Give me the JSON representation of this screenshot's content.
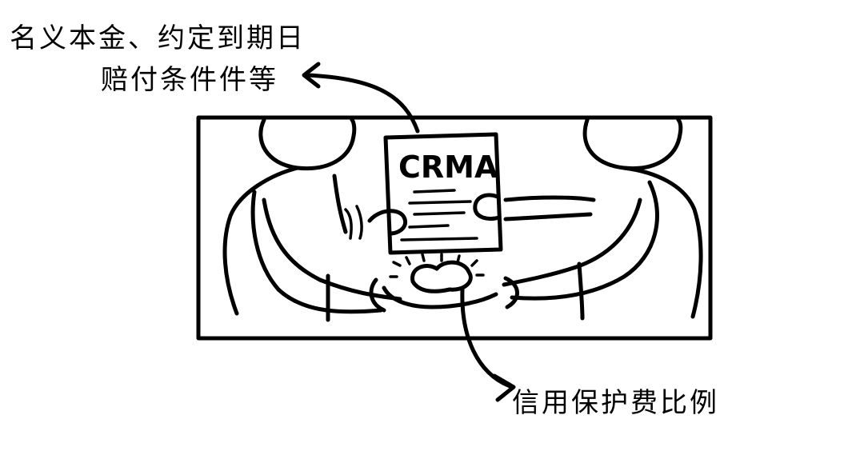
{
  "annotations": {
    "top_label_line1": "名义本金、约定到期日",
    "top_label_line2": "赔付条件件等",
    "bottom_label": "信用保护费比例"
  },
  "document": {
    "title": "CRMA"
  },
  "colors": {
    "ink": "#000000",
    "background": "#ffffff"
  }
}
